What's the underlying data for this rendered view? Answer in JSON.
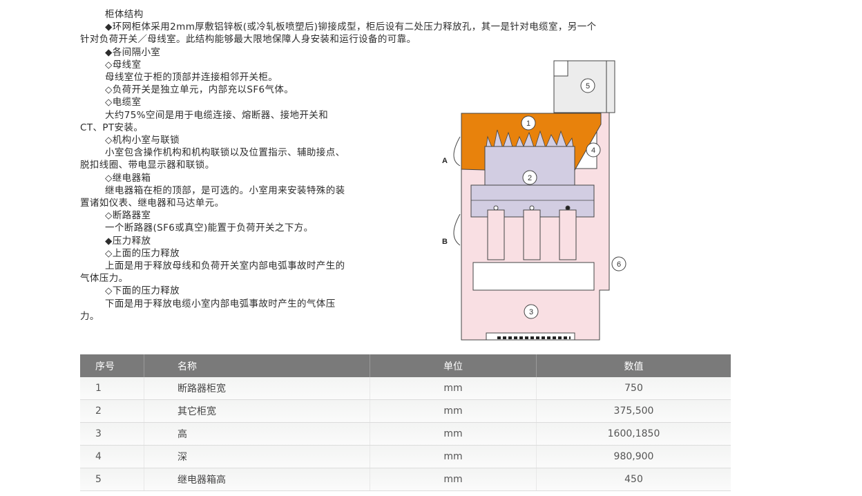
{
  "text": {
    "title": "柜体结构",
    "p1_line1": "◆环网柜体采用2mm厚敷铝锌板(或冷轧板喷塑后)铆接成型，柜后设有二处压力释放孔，其一是针对电缆室，另一个",
    "p1_line2": "针对负荷开关／母线室。此结构能够最大限地保障人身安装和运行设备的可靠。",
    "compartments_heading": "◆各间隔小室",
    "busbar_heading": "◇母线室",
    "busbar_text": "母线室位于柜的顶部并连接相邻开关柜。",
    "loadswitch_text": "◇负荷开关是独立单元，内部充以SF6气体。",
    "cable_heading": "◇电缆室",
    "cable_text": "大约75%空间是用于电缆连接、熔断器、接地开关和CT、PT安装。",
    "mechanism_heading": "◇机构小室与联锁",
    "mechanism_text": "小室包含操作机构和机构联锁以及位置指示、辅助接点、脱扣线圈、带电显示器和联锁。",
    "relay_heading": "◇继电器箱",
    "relay_text": "继电器箱在柜的顶部，是可选的。小室用来安装特殊的装置诸如仪表、继电器和马达单元。",
    "breaker_heading": "◇断路器室",
    "breaker_text": "一个断路器(SF6或真空)能置于负荷开关之下方。",
    "pressure_heading": "◆压力释放",
    "upper_heading": "◇上面的压力释放",
    "upper_text": "上面是用于释放母线和负荷开关室内部电弧事故时产生的气体压力。",
    "lower_heading": "◇下面的压力释放",
    "lower_text": "下面是用于释放电缆小室内部电弧事故时产生的气体压力。"
  },
  "diagram": {
    "labels": [
      "1",
      "2",
      "3",
      "4",
      "5",
      "6"
    ],
    "side_labels": [
      "A",
      "B"
    ],
    "colors": {
      "busbar_orange": "#e8820c",
      "pink": "#f9dfe3",
      "lavender": "#d2cde2",
      "relay_grey": "#ececec"
    }
  },
  "table": {
    "headers": [
      "序号",
      "名称",
      "单位",
      "数值"
    ],
    "rows": [
      [
        "1",
        "断路器柜宽",
        "mm",
        "750"
      ],
      [
        "2",
        "其它柜宽",
        "mm",
        "375,500"
      ],
      [
        "3",
        "高",
        "mm",
        "1600,1850"
      ],
      [
        "4",
        "深",
        "mm",
        "980,900"
      ],
      [
        "5",
        "继电器箱高",
        "mm",
        "450"
      ]
    ],
    "header_color": "#7a7a7a"
  }
}
